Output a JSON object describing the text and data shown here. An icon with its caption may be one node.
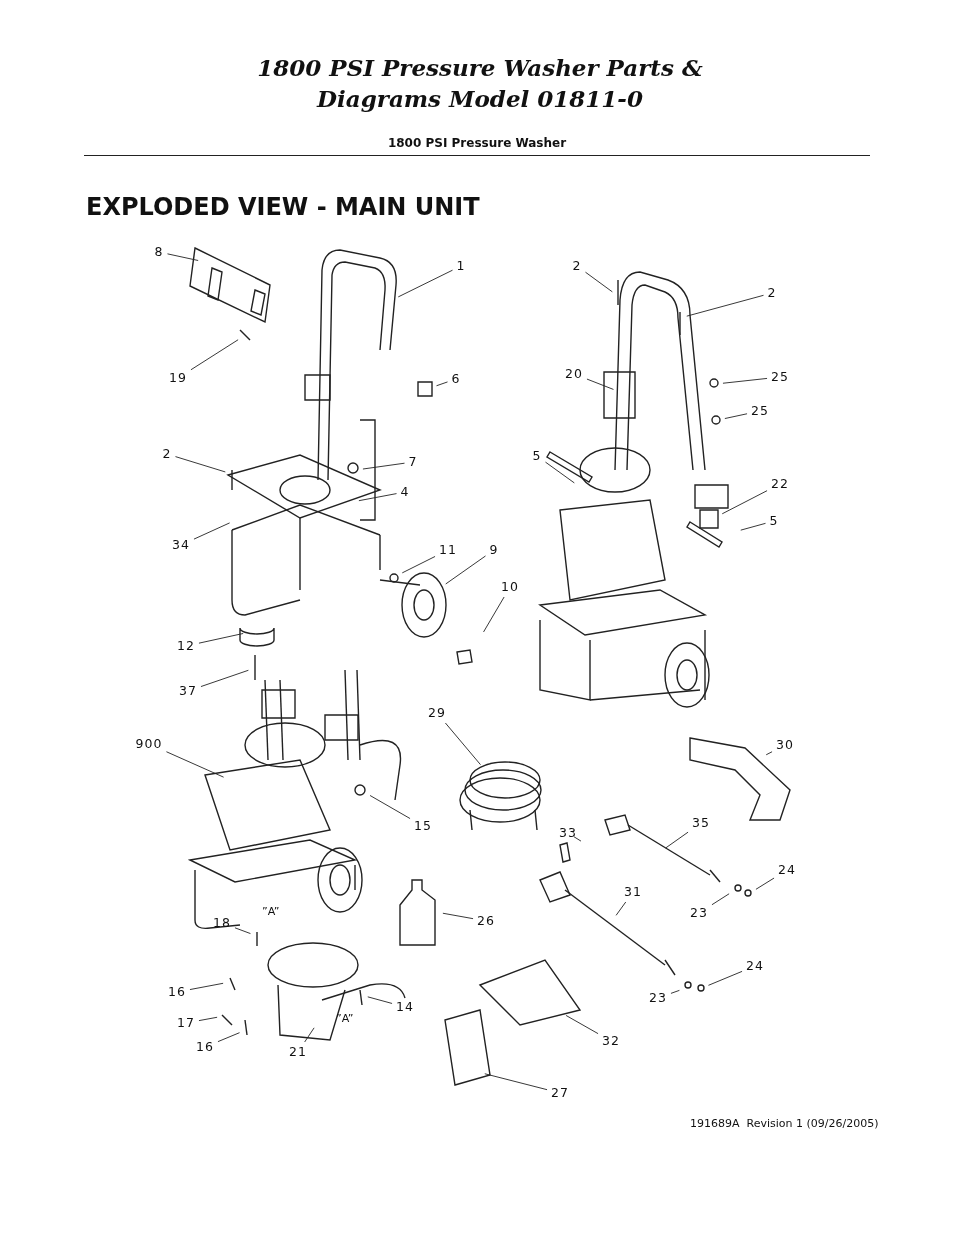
{
  "diagram": {
    "title": "1800 PSI Pressure Washer Parts & Diagrams Model 01811-0",
    "nodes": [
      {
        "text": [
          "8"
        ]
      },
      {
        "text": [
          "1"
        ]
      },
      {
        "text": [
          "2"
        ]
      },
      {
        "text": [
          "2"
        ]
      },
      {
        "text": [
          "19"
        ]
      },
      {
        "text": [
          "6"
        ]
      },
      {
        "text": [
          "20"
        ]
      },
      {
        "text": [
          "25"
        ]
      },
      {
        "text": [
          "25"
        ]
      },
      {
        "text": [
          "2"
        ]
      },
      {
        "text": [
          "7"
        ]
      },
      {
        "text": [
          "5"
        ]
      },
      {
        "text": [
          "4"
        ]
      },
      {
        "text": [
          "22"
        ]
      },
      {
        "text": [
          "34"
        ]
      },
      {
        "text": [
          "5"
        ]
      },
      {
        "text": [
          "11"
        ]
      },
      {
        "text": [
          "9"
        ]
      },
      {
        "text": [
          "10"
        ]
      },
      {
        "text": [
          "12"
        ]
      },
      {
        "text": [
          "37"
        ]
      },
      {
        "text": [
          "29"
        ]
      },
      {
        "text": [
          "900"
        ]
      },
      {
        "text": [
          "30"
        ]
      },
      {
        "text": [
          "15"
        ]
      },
      {
        "text": [
          "33"
        ]
      },
      {
        "text": [
          "35"
        ]
      },
      {
        "text": [
          "24"
        ]
      },
      {
        "text": [
          "31"
        ]
      },
      {
        "text": [
          "23"
        ]
      },
      {
        "text": [
          "26"
        ]
      },
      {
        "text": [
          "18"
        ]
      },
      {
        "text": [
          "24"
        ]
      },
      {
        "text": [
          "16"
        ]
      },
      {
        "text": [
          "14"
        ]
      },
      {
        "text": [
          "23"
        ]
      },
      {
        "text": [
          "17"
        ]
      },
      {
        "text": [
          "32"
        ]
      },
      {
        "text": [
          "16"
        ]
      },
      {
        "text": [
          "21"
        ]
      },
      {
        "text": [
          "27"
        ]
      }
    ],
    "edges": [
      {
        "from": 0,
        "to": null,
        "arrow": "none"
      },
      {
        "from": 1,
        "to": null,
        "arrow": "none"
      },
      {
        "from": 2,
        "to": null,
        "arrow": "none"
      },
      {
        "from": 3,
        "to": null,
        "arrow": "none"
      },
      {
        "from": 4,
        "to": null,
        "arrow": "none"
      },
      {
        "from": 5,
        "to": null,
        "arrow": "none"
      },
      {
        "from": 6,
        "to": null,
        "arrow": "none"
      },
      {
        "from": 7,
        "to": null,
        "arrow": "none"
      },
      {
        "from": 8,
        "to": null,
        "arrow": "none"
      },
      {
        "from": 9,
        "to": null,
        "arrow": "none"
      },
      {
        "from": 10,
        "to": null,
        "arrow": "none"
      },
      {
        "from": 11,
        "to": null,
        "arrow": "none"
      },
      {
        "from": 12,
        "to": null,
        "arrow": "none"
      },
      {
        "from": 13,
        "to": null,
        "arrow": "none"
      },
      {
        "from": 14,
        "to": null,
        "arrow": "none"
      },
      {
        "from": 15,
        "to": null,
        "arrow": "none"
      },
      {
        "from": 16,
        "to": null,
        "arrow": "none"
      },
      {
        "from": 17,
        "to": null,
        "arrow": "none"
      },
      {
        "from": 18,
        "to": null,
        "arrow": "none"
      },
      {
        "from": 19,
        "to": null,
        "arrow": "none"
      },
      {
        "from": 20,
        "to": null,
        "arrow": "none"
      },
      {
        "from": 21,
        "to": null,
        "arrow": "none"
      },
      {
        "from": 22,
        "to": null,
        "arrow": "none"
      },
      {
        "from": 23,
        "to": null,
        "arrow": "none"
      },
      {
        "from": 24,
        "to": null,
        "arrow": "none"
      },
      {
        "from": 25,
        "to": null,
        "arrow": "none"
      },
      {
        "from": 26,
        "to": null,
        "arrow": "none"
      },
      {
        "from": 27,
        "to": null,
        "arrow": "none"
      },
      {
        "from": 28,
        "to": null,
        "arrow": "none"
      },
      {
        "from": 29,
        "to": null,
        "arrow": "none"
      },
      {
        "from": 30,
        "to": null,
        "arrow": "none"
      },
      {
        "from": 31,
        "to": null,
        "arrow": "none"
      },
      {
        "from": 32,
        "to": null,
        "arrow": "none"
      },
      {
        "from": 33,
        "to": null,
        "arrow": "none"
      },
      {
        "from": 34,
        "to": null,
        "arrow": "none"
      },
      {
        "from": 35,
        "to": null,
        "arrow": "none"
      },
      {
        "from": 36,
        "to": null,
        "arrow": "none"
      },
      {
        "from": 37,
        "to": null,
        "arrow": "none"
      },
      {
        "from": 38,
        "to": null,
        "arrow": "none"
      },
      {
        "from": 39,
        "to": null,
        "arrow": "none"
      },
      {
        "from": 40,
        "to": null,
        "arrow": "none"
      }
    ],
    "labels": [
      "1800 PSI Pressure Washer",
      "EXPLODED VIEW - MAIN UNIT",
      "”A”",
      "”A”",
      "191689A  Revision 1 (09/26/2005)"
    ]
  }
}
